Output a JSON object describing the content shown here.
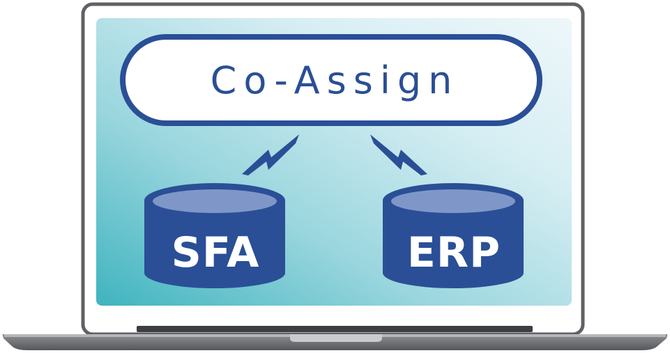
{
  "system": {
    "name": "Co-Assign",
    "databases": [
      {
        "label": "SFA"
      },
      {
        "label": "ERP"
      }
    ]
  },
  "colors": {
    "brand_blue": "#2a4f96",
    "db_top": "#7f97c8",
    "screen_teal": "#4fbcc4",
    "laptop_frame": "#6b6d70"
  }
}
